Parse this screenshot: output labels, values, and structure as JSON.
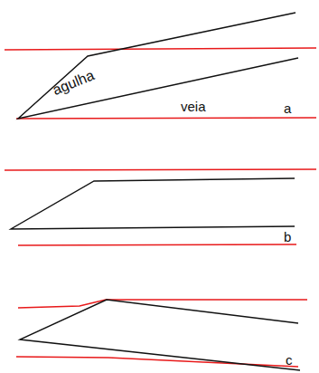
{
  "diagram": {
    "labels": [
      "agulha",
      "veia",
      "a",
      "b",
      "c"
    ]
  }
}
